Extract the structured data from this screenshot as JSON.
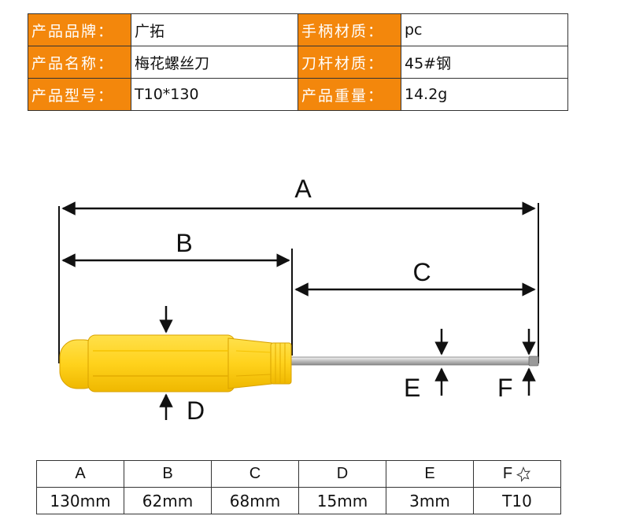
{
  "spec_table": {
    "rows": [
      [
        {
          "key": "产品品牌：",
          "value": "广拓"
        },
        {
          "key": "手柄材质：",
          "value": "pc"
        }
      ],
      [
        {
          "key": "产品名称：",
          "value": "梅花螺丝刀"
        },
        {
          "key": "刀杆材质：",
          "value": "45#钢"
        }
      ],
      [
        {
          "key": "产品型号：",
          "value": "T10*130"
        },
        {
          "key": "产品重量：",
          "value": "14.2g"
        }
      ]
    ],
    "key_bg": "#f3870c"
  },
  "diagram": {
    "labels": {
      "A": "A",
      "B": "B",
      "C": "C",
      "D": "D",
      "E": "E",
      "F": "F"
    },
    "handle_color": "#ffd21c",
    "handle_shade": "#f0b400"
  },
  "dim_table": {
    "headers": [
      "A",
      "B",
      "C",
      "D",
      "E",
      "F"
    ],
    "values": [
      "130mm",
      "62mm",
      "68mm",
      "15mm",
      "3mm",
      "T10"
    ],
    "f_icon": "torx-star-icon"
  }
}
